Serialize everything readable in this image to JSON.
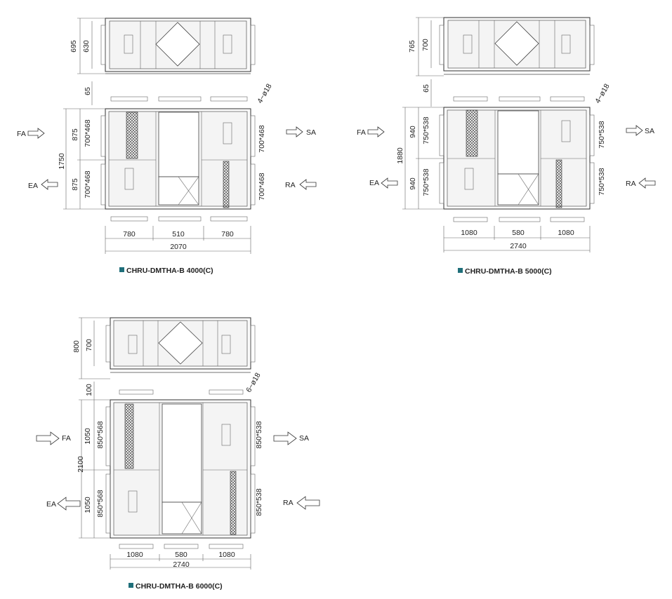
{
  "units": [
    {
      "caption": "CHRU-DMTHA-B 4000(C)",
      "height_total": "695",
      "height_box": "630",
      "gap": "65",
      "depth_total": "1750",
      "depth_half_top": "875",
      "depth_half_bottom": "875",
      "duct_left_top": "700*468",
      "duct_left_bottom": "700*468",
      "duct_right_top": "700*468",
      "duct_right_bottom": "700*468",
      "hole": "4−ø18",
      "w1": "780",
      "w2": "510",
      "w3": "780",
      "w_total": "2070"
    },
    {
      "caption": "CHRU-DMTHA-B 5000(C)",
      "height_total": "765",
      "height_box": "700",
      "gap": "65",
      "depth_total": "1880",
      "depth_half_top": "940",
      "depth_half_bottom": "940",
      "duct_left_top": "750*538",
      "duct_left_bottom": "750*538",
      "duct_right_top": "750*538",
      "duct_right_bottom": "750*538",
      "hole": "4−ø18",
      "w1": "1080",
      "w2": "580",
      "w3": "1080",
      "w_total": "2740"
    },
    {
      "caption": "CHRU-DMTHA-B 6000(C)",
      "height_total": "800",
      "height_box": "700",
      "gap": "100",
      "depth_total": "2100",
      "depth_half_top": "1050",
      "depth_half_bottom": "1050",
      "duct_left_top": "850*568",
      "duct_left_bottom": "850*568",
      "duct_right_top": "850*538",
      "duct_right_bottom": "850*538",
      "hole": "6−ø18",
      "w1": "1080",
      "w2": "580",
      "w3": "1080",
      "w_total": "2740"
    }
  ],
  "airflows": {
    "fa": "FA",
    "ea": "EA",
    "sa": "SA",
    "ra": "RA"
  },
  "colors": {
    "caption_marker": "#1f6f7a",
    "line": "#333333"
  }
}
